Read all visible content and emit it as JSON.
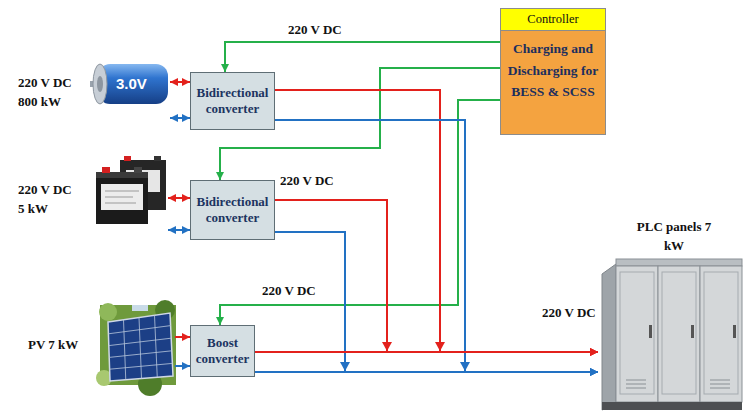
{
  "diagram": {
    "nodes": [
      {
        "text": [
          "220 V DC 800 kW"
        ]
      },
      {
        "text": [
          "Bidirectional converter"
        ]
      },
      {
        "text": [
          "Controller",
          "Charging and Discharging for BESS & SCSS"
        ]
      },
      {
        "text": [
          "220 V DC 5 kW"
        ]
      },
      {
        "text": [
          "Bidirectional converter"
        ]
      },
      {
        "text": [
          "PV 7 kW"
        ]
      },
      {
        "text": [
          "Boost converter"
        ]
      },
      {
        "text": [
          "PLC panels 7 kW"
        ]
      }
    ],
    "edges": [
      {
        "from": 0,
        "to": 1,
        "arrow": "both"
      },
      {
        "from": 0,
        "to": 1,
        "arrow": "both"
      },
      {
        "from": 3,
        "to": 4,
        "arrow": "both"
      },
      {
        "from": 3,
        "to": 4,
        "arrow": "both"
      },
      {
        "from": 5,
        "to": 6,
        "arrow": "to"
      },
      {
        "from": 5,
        "to": 6,
        "arrow": "to"
      },
      {
        "from": 2,
        "to": 1,
        "arrow": "to"
      },
      {
        "from": 2,
        "to": 4,
        "arrow": "to"
      },
      {
        "from": 2,
        "to": 6,
        "arrow": "to"
      },
      {
        "from": 1,
        "to": 7,
        "arrow": "to"
      },
      {
        "from": 1,
        "to": 7,
        "arrow": "to"
      },
      {
        "from": 4,
        "to": 7,
        "arrow": "to"
      },
      {
        "from": 4,
        "to": 7,
        "arrow": "to"
      },
      {
        "from": 6,
        "to": 7,
        "arrow": "to"
      },
      {
        "from": 6,
        "to": 7,
        "arrow": "to"
      }
    ],
    "labels": [
      "220 V DC",
      "220 V DC",
      "220 V DC",
      "220 V DC",
      "3.0V"
    ]
  }
}
